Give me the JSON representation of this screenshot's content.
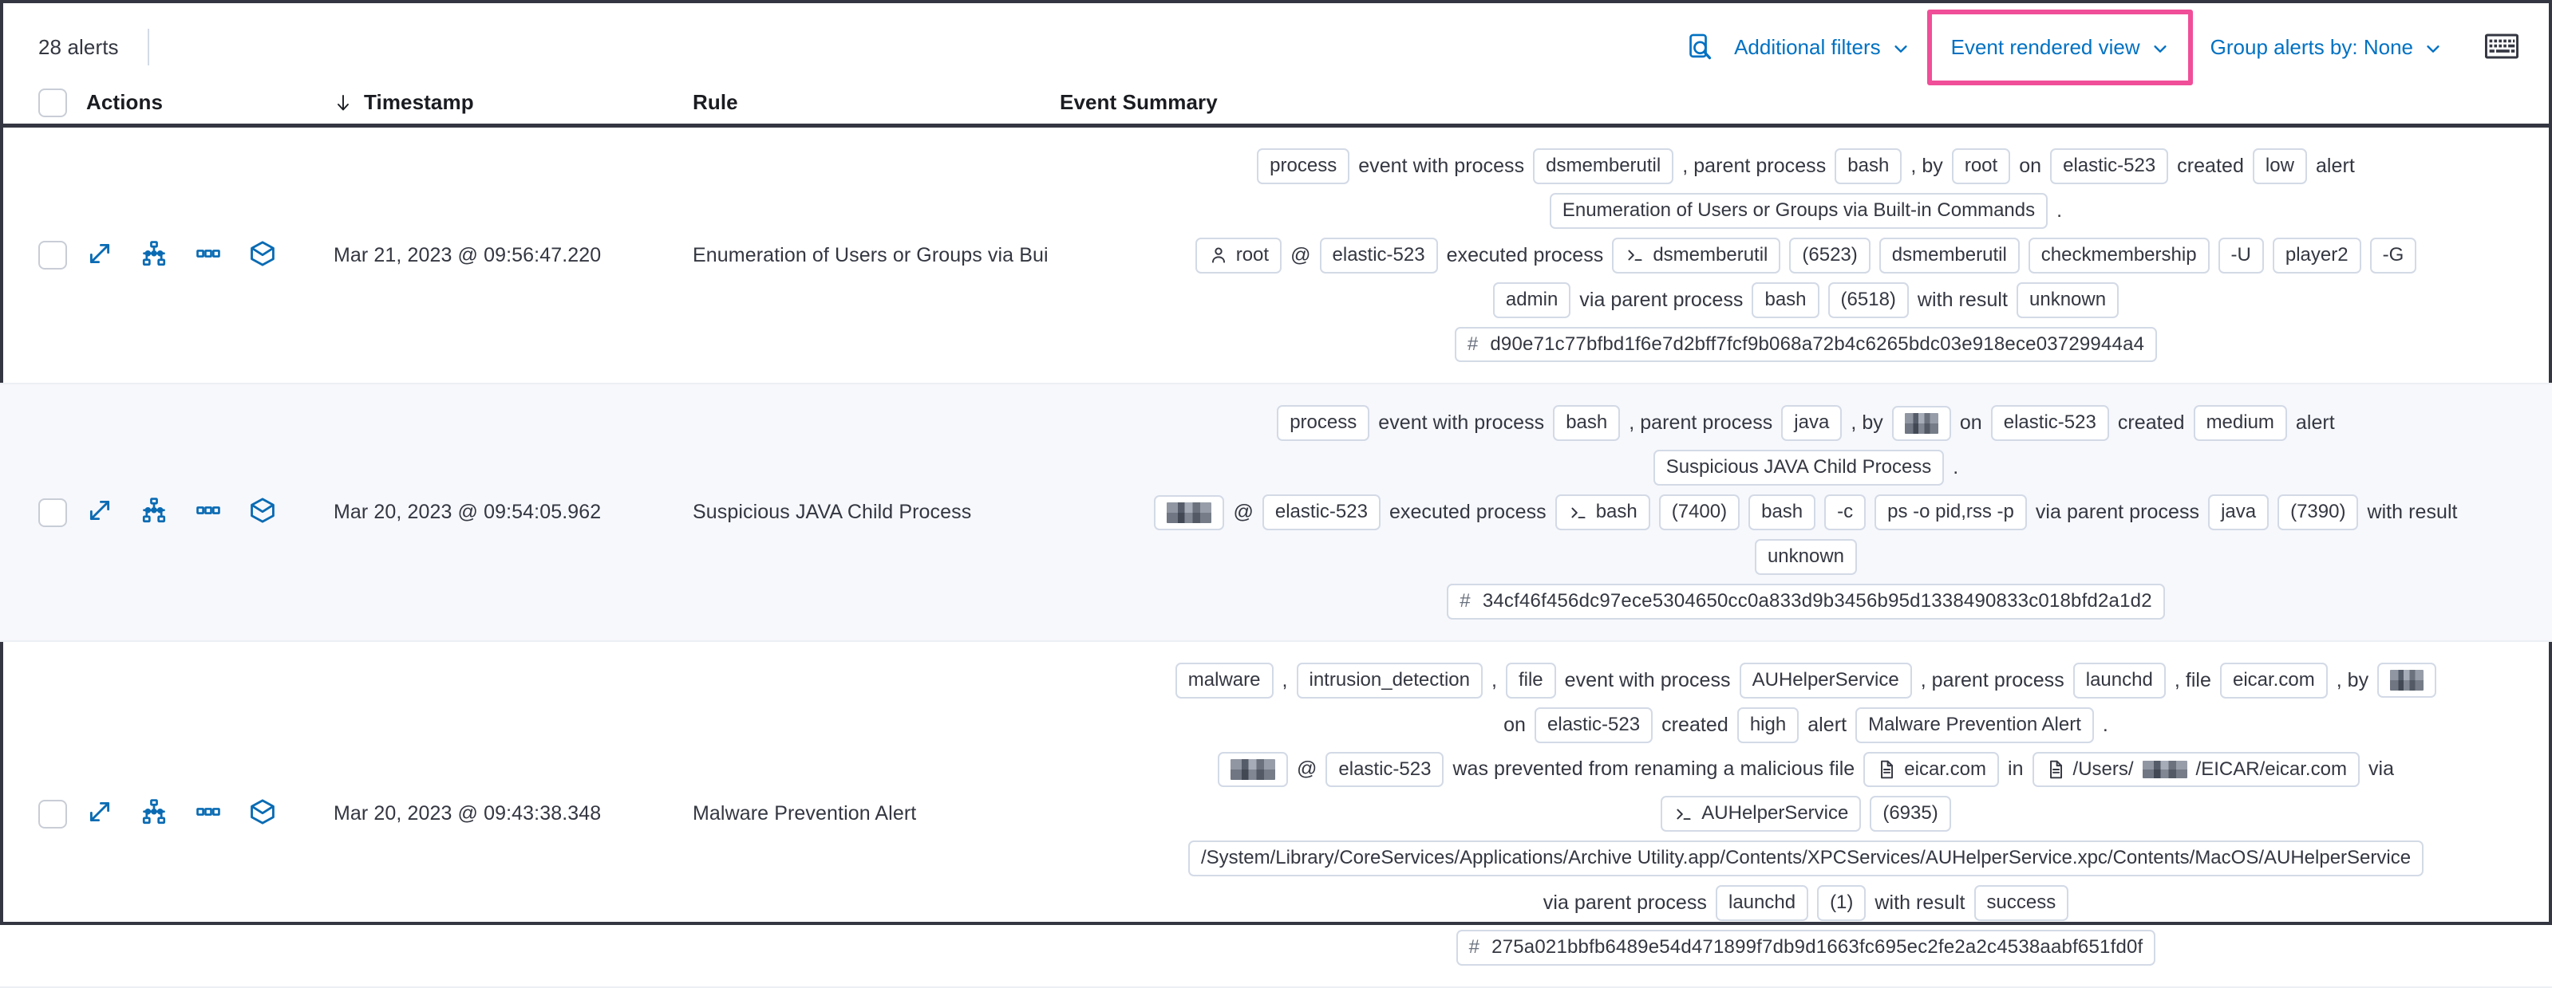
{
  "toolbar": {
    "alert_count": "28 alerts",
    "inspect_icon": "inspect-search-icon",
    "additional_filters": "Additional filters",
    "event_rendered_view": "Event rendered view",
    "group_alerts_by": "Group alerts by: None",
    "keyboard_icon": "keyboard-icon",
    "highlight_color": "#f04e98",
    "link_color": "#0071c2"
  },
  "table": {
    "columns": {
      "actions": "Actions",
      "timestamp": "Timestamp",
      "rule": "Rule",
      "event_summary": "Event Summary",
      "sort_direction": "descending"
    },
    "row_action_icons": [
      "expand-icon",
      "session-view-icon",
      "more-actions-icon",
      "analyzer-icon"
    ],
    "rows": [
      {
        "timestamp": "Mar 21, 2023 @ 09:56:47.220",
        "rule": "Enumeration of Users or Groups via Bui",
        "summary_lines": [
          [
            {
              "t": "chip",
              "v": "process"
            },
            {
              "t": "txt",
              "v": "event with process"
            },
            {
              "t": "chip",
              "v": "dsmemberutil"
            },
            {
              "t": "txt",
              "v": ", parent process"
            },
            {
              "t": "chip",
              "v": "bash"
            },
            {
              "t": "txt",
              "v": ", by"
            },
            {
              "t": "chip",
              "v": "root"
            },
            {
              "t": "txt",
              "v": "on"
            },
            {
              "t": "chip",
              "v": "elastic-523"
            },
            {
              "t": "txt",
              "v": "created"
            },
            {
              "t": "chip",
              "v": "low"
            },
            {
              "t": "txt",
              "v": "alert"
            }
          ],
          [
            {
              "t": "chip",
              "v": "Enumeration of Users or Groups via Built-in Commands"
            },
            {
              "t": "txt",
              "v": "."
            }
          ],
          [
            {
              "t": "chip",
              "v": "root",
              "icon": "user-icon"
            },
            {
              "t": "txt",
              "v": "@"
            },
            {
              "t": "chip",
              "v": "elastic-523"
            },
            {
              "t": "txt",
              "v": "executed process"
            },
            {
              "t": "chip",
              "v": "dsmemberutil",
              "icon": "console-icon"
            },
            {
              "t": "chip",
              "v": "(6523)"
            },
            {
              "t": "chip",
              "v": "dsmemberutil"
            },
            {
              "t": "chip",
              "v": "checkmembership"
            },
            {
              "t": "chip",
              "v": "-U"
            },
            {
              "t": "chip",
              "v": "player2"
            },
            {
              "t": "chip",
              "v": "-G"
            }
          ],
          [
            {
              "t": "chip",
              "v": "admin"
            },
            {
              "t": "txt",
              "v": "via parent process"
            },
            {
              "t": "chip",
              "v": "bash"
            },
            {
              "t": "chip",
              "v": "(6518)"
            },
            {
              "t": "txt",
              "v": "with result"
            },
            {
              "t": "chip",
              "v": "unknown"
            }
          ],
          [
            {
              "t": "hash",
              "v": "d90e71c77bfbd1f6e7d2bff7fcf9b068a72b4c6265bdc03e918ece03729944a4"
            }
          ]
        ]
      },
      {
        "timestamp": "Mar 20, 2023 @ 09:54:05.962",
        "rule": "Suspicious JAVA Child Process",
        "summary_lines": [
          [
            {
              "t": "chip",
              "v": "process"
            },
            {
              "t": "txt",
              "v": "event with process"
            },
            {
              "t": "chip",
              "v": "bash"
            },
            {
              "t": "txt",
              "v": ", parent process"
            },
            {
              "t": "chip",
              "v": "java"
            },
            {
              "t": "txt",
              "v": ", by"
            },
            {
              "t": "chip",
              "v": "",
              "redact": "w1"
            },
            {
              "t": "txt",
              "v": "on"
            },
            {
              "t": "chip",
              "v": "elastic-523"
            },
            {
              "t": "txt",
              "v": "created"
            },
            {
              "t": "chip",
              "v": "medium"
            },
            {
              "t": "txt",
              "v": "alert"
            }
          ],
          [
            {
              "t": "chip",
              "v": "Suspicious JAVA Child Process"
            },
            {
              "t": "txt",
              "v": "."
            }
          ],
          [
            {
              "t": "chip",
              "v": "",
              "redact": "w2"
            },
            {
              "t": "txt",
              "v": "@"
            },
            {
              "t": "chip",
              "v": "elastic-523"
            },
            {
              "t": "txt",
              "v": "executed process"
            },
            {
              "t": "chip",
              "v": "bash",
              "icon": "console-icon"
            },
            {
              "t": "chip",
              "v": "(7400)"
            },
            {
              "t": "chip",
              "v": "bash"
            },
            {
              "t": "chip",
              "v": "-c"
            },
            {
              "t": "chip",
              "v": "ps -o pid,rss -p"
            },
            {
              "t": "txt",
              "v": "via parent process"
            },
            {
              "t": "chip",
              "v": "java"
            },
            {
              "t": "chip",
              "v": "(7390)"
            },
            {
              "t": "txt",
              "v": "with result"
            }
          ],
          [
            {
              "t": "chip",
              "v": "unknown"
            }
          ],
          [
            {
              "t": "hash",
              "v": "34cf46f456dc97ece5304650cc0a833d9b3456b95d1338490833c018bfd2a1d2"
            }
          ]
        ]
      },
      {
        "timestamp": "Mar 20, 2023 @ 09:43:38.348",
        "rule": "Malware Prevention Alert",
        "summary_lines": [
          [
            {
              "t": "chip",
              "v": "malware"
            },
            {
              "t": "txt",
              "v": ","
            },
            {
              "t": "chip",
              "v": "intrusion_detection"
            },
            {
              "t": "txt",
              "v": ","
            },
            {
              "t": "chip",
              "v": "file"
            },
            {
              "t": "txt",
              "v": "event with process"
            },
            {
              "t": "chip",
              "v": "AUHelperService"
            },
            {
              "t": "txt",
              "v": ", parent process"
            },
            {
              "t": "chip",
              "v": "launchd"
            },
            {
              "t": "txt",
              "v": ", file"
            },
            {
              "t": "chip",
              "v": "eicar.com"
            },
            {
              "t": "txt",
              "v": ", by"
            },
            {
              "t": "chip",
              "v": "",
              "redact": "w1"
            }
          ],
          [
            {
              "t": "txt",
              "v": "on"
            },
            {
              "t": "chip",
              "v": "elastic-523"
            },
            {
              "t": "txt",
              "v": "created"
            },
            {
              "t": "chip",
              "v": "high"
            },
            {
              "t": "txt",
              "v": "alert"
            },
            {
              "t": "chip",
              "v": "Malware Prevention Alert"
            },
            {
              "t": "txt",
              "v": "."
            }
          ],
          [
            {
              "t": "chip",
              "v": "",
              "redact": "w2"
            },
            {
              "t": "txt",
              "v": "@"
            },
            {
              "t": "chip",
              "v": "elastic-523"
            },
            {
              "t": "txt",
              "v": "was prevented from renaming a malicious file"
            },
            {
              "t": "chip",
              "v": "eicar.com",
              "icon": "file-icon"
            },
            {
              "t": "txt",
              "v": "in"
            },
            {
              "t": "chip",
              "v": "/Users/",
              "v2": "/EICAR/eicar.com",
              "icon": "file-icon",
              "redact": "w2"
            },
            {
              "t": "txt",
              "v": "via"
            }
          ],
          [
            {
              "t": "chip",
              "v": "AUHelperService",
              "icon": "console-icon"
            },
            {
              "t": "chip",
              "v": "(6935)"
            }
          ],
          [
            {
              "t": "chip",
              "v": "/System/Library/CoreServices/Applications/Archive Utility.app/Contents/XPCServices/AUHelperService.xpc/Contents/MacOS/AUHelperService"
            }
          ],
          [
            {
              "t": "txt",
              "v": "via parent process"
            },
            {
              "t": "chip",
              "v": "launchd"
            },
            {
              "t": "chip",
              "v": "(1)"
            },
            {
              "t": "txt",
              "v": "with result"
            },
            {
              "t": "chip",
              "v": "success"
            }
          ],
          [
            {
              "t": "hash",
              "v": "275a021bbfb6489e54d471899f7db9d1663fc695ec2fe2a2c4538aabf651fd0f"
            }
          ]
        ]
      }
    ]
  }
}
